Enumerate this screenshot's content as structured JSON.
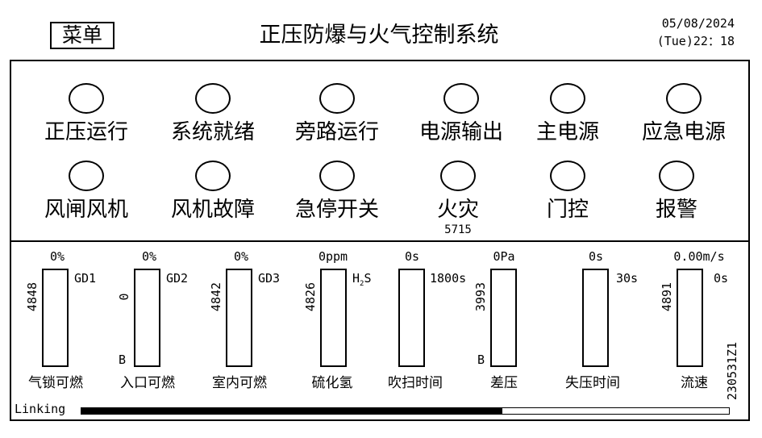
{
  "header": {
    "menu_label": "菜单",
    "title": "正压防爆与火气控制系统",
    "date": "05/08/2024",
    "time": "(Tue)22：18"
  },
  "indicators": [
    {
      "label": "正压运行"
    },
    {
      "label": "系统就绪"
    },
    {
      "label": "旁路运行"
    },
    {
      "label": "电源输出"
    },
    {
      "label": "主电源"
    },
    {
      "label": "应急电源"
    },
    {
      "label": "风闸风机"
    },
    {
      "label": "风机故障"
    },
    {
      "label": "急停开关"
    },
    {
      "label": "火灾",
      "sub": "5715"
    },
    {
      "label": "门控"
    },
    {
      "label": "报警"
    }
  ],
  "gauges": [
    {
      "top": "0%",
      "left": "4848",
      "right": "GD1",
      "bottom": "",
      "label": "气锁可燃",
      "level": 0
    },
    {
      "top": "0%",
      "left": "0",
      "right": "GD2",
      "bottom": "B",
      "label": "入口可燃",
      "level": 0
    },
    {
      "top": "0%",
      "left": "4842",
      "right": "GD3",
      "bottom": "",
      "label": "室内可燃",
      "level": 0
    },
    {
      "top": "0ppm",
      "left": "4826",
      "right_main": "H",
      "right_sub": "2",
      "right_tail": "S",
      "bottom": "",
      "label": "硫化氢",
      "level": 0
    },
    {
      "top": "0s",
      "left": "",
      "right": "1800s",
      "bottom": "",
      "label": "吹扫时间",
      "level": 0
    },
    {
      "top": "0Pa",
      "left": "3993",
      "right": "",
      "bottom": "B",
      "label": "差压",
      "level": 0
    },
    {
      "top": "0s",
      "left": "",
      "right": "30s",
      "bottom": "",
      "label": "失压时间",
      "level": 0
    },
    {
      "top": "0.00m/s",
      "left": "4891",
      "right": "0s",
      "bottom": "",
      "label": "流速",
      "level": 0
    }
  ],
  "serial": "230531Z1",
  "link": {
    "label": "Linking",
    "progress": 0.65
  }
}
